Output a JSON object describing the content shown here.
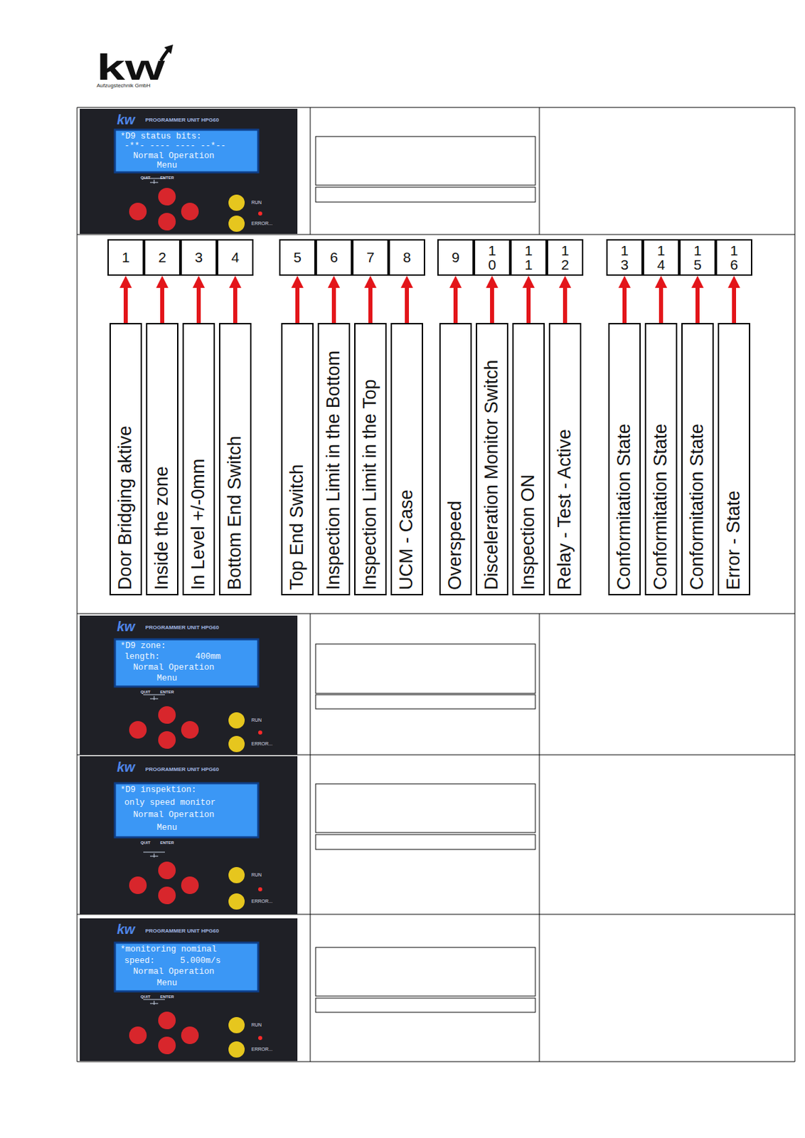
{
  "diagram": {
    "nodes": [
      {
        "text": [
          "1"
        ]
      },
      {
        "text": [
          "2"
        ]
      },
      {
        "text": [
          "3"
        ]
      },
      {
        "text": [
          "4"
        ]
      },
      {
        "text": [
          "5"
        ]
      },
      {
        "text": [
          "6"
        ]
      },
      {
        "text": [
          "7"
        ]
      },
      {
        "text": [
          "8"
        ]
      },
      {
        "text": [
          "9"
        ]
      },
      {
        "text": [
          "10"
        ]
      },
      {
        "text": [
          "11"
        ]
      },
      {
        "text": [
          "12"
        ]
      },
      {
        "text": [
          "13"
        ]
      },
      {
        "text": [
          "14"
        ]
      },
      {
        "text": [
          "15"
        ]
      },
      {
        "text": [
          "16"
        ]
      },
      {
        "text": [
          "Door Bridging aktive"
        ]
      },
      {
        "text": [
          "Inside the zone"
        ]
      },
      {
        "text": [
          "In Level +/-0mm"
        ]
      },
      {
        "text": [
          "Bottom End Switch"
        ]
      },
      {
        "text": [
          "Top End Switch"
        ]
      },
      {
        "text": [
          "Inspection Limit in the Bottom"
        ]
      },
      {
        "text": [
          "Inspection Limit in the Top"
        ]
      },
      {
        "text": [
          "UCM - Case"
        ]
      },
      {
        "text": [
          "Overspeed"
        ]
      },
      {
        "text": [
          "Disceleration Monitor Switch"
        ]
      },
      {
        "text": [
          "Inspection ON"
        ]
      },
      {
        "text": [
          "Relay - Test - Active"
        ]
      },
      {
        "text": [
          "Conformitation State"
        ]
      },
      {
        "text": [
          "Conformitation State"
        ]
      },
      {
        "text": [
          "Conformitation State"
        ]
      },
      {
        "text": [
          "Error - State"
        ]
      }
    ],
    "edges": [
      {
        "from": 16,
        "to": 0,
        "arrow": "to"
      },
      {
        "from": 17,
        "to": 1,
        "arrow": "to"
      },
      {
        "from": 18,
        "to": 2,
        "arrow": "to"
      },
      {
        "from": 19,
        "to": 3,
        "arrow": "to"
      },
      {
        "from": 20,
        "to": 4,
        "arrow": "to"
      },
      {
        "from": 21,
        "to": 5,
        "arrow": "to"
      },
      {
        "from": 22,
        "to": 6,
        "arrow": "to"
      },
      {
        "from": 23,
        "to": 7,
        "arrow": "to"
      },
      {
        "from": 24,
        "to": 8,
        "arrow": "to"
      },
      {
        "from": 25,
        "to": 9,
        "arrow": "to"
      },
      {
        "from": 26,
        "to": 10,
        "arrow": "to"
      },
      {
        "from": 27,
        "to": 11,
        "arrow": "to"
      },
      {
        "from": 28,
        "to": 12,
        "arrow": "to"
      },
      {
        "from": 29,
        "to": 13,
        "arrow": "to"
      },
      {
        "from": 30,
        "to": 14,
        "arrow": "to"
      },
      {
        "from": 31,
        "to": 15,
        "arrow": "to"
      }
    ],
    "labels": [
      "kw",
      "Aufzugstechnik GmbH",
      "kw",
      "PROGRAMMER UNIT HPG60",
      "*D9 status bits:",
      "-**- ---- ---- --*--",
      "Normal Operation",
      "Menu",
      "QUIT",
      "ENTER",
      "RUN",
      "ERROR...",
      "kw",
      "PROGRAMMER UNIT HPG60",
      "*D9 zone:",
      "length:       400mm",
      "Normal Operation",
      "Menu",
      "QUIT",
      "ENTER",
      "RUN",
      "ERROR...",
      "kw",
      "PROGRAMMER UNIT HPG60",
      "*D9 inspektion:",
      "only speed monitor",
      "Normal Operation",
      "Menu",
      "QUIT",
      "ENTER",
      "RUN",
      "ERROR...",
      "kw",
      "PROGRAMMER UNIT HPG60",
      "*monitoring nominal",
      "speed:     5.000m/s",
      "Normal Operation",
      "Menu",
      "QUIT",
      "ENTER",
      "RUN",
      "ERROR..."
    ]
  }
}
